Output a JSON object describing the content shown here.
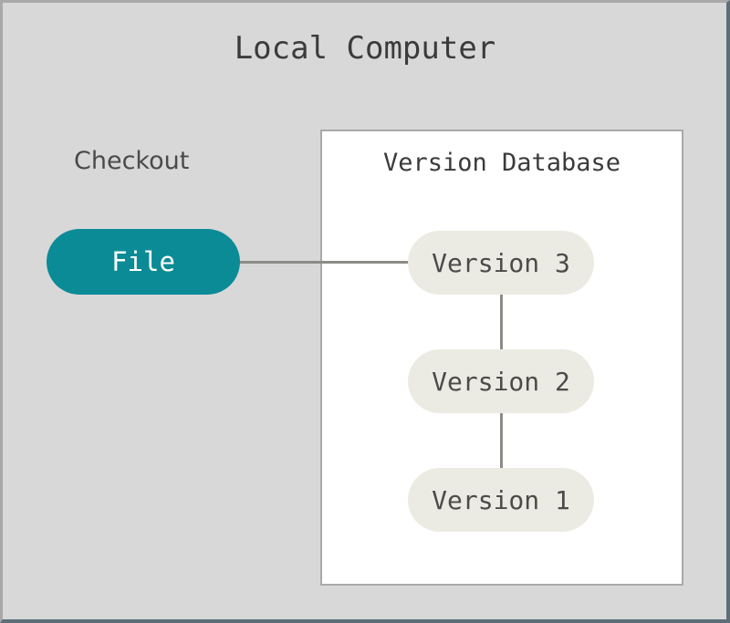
{
  "diagram": {
    "title": "Local Computer",
    "checkout_label": "Checkout",
    "panel": {
      "title": "Version Database"
    },
    "nodes": {
      "file": "File",
      "version_3": "Version 3",
      "version_2": "Version 2",
      "version_1": "Version 1"
    },
    "colors": {
      "background": "#d8d8d8",
      "frame_border_light": "#a8a8a8",
      "frame_border_dark": "#5c6e78",
      "panel_background": "#ffffff",
      "panel_border": "#a9a9a9",
      "file_node_fill": "#0b8b96",
      "file_node_text": "#ffffff",
      "version_node_fill": "#ecebe3",
      "version_node_text": "#4b4b4b",
      "edge": "#8c8c87",
      "title_text": "#3b3b3b",
      "checkout_text": "#4a4a4a"
    }
  }
}
